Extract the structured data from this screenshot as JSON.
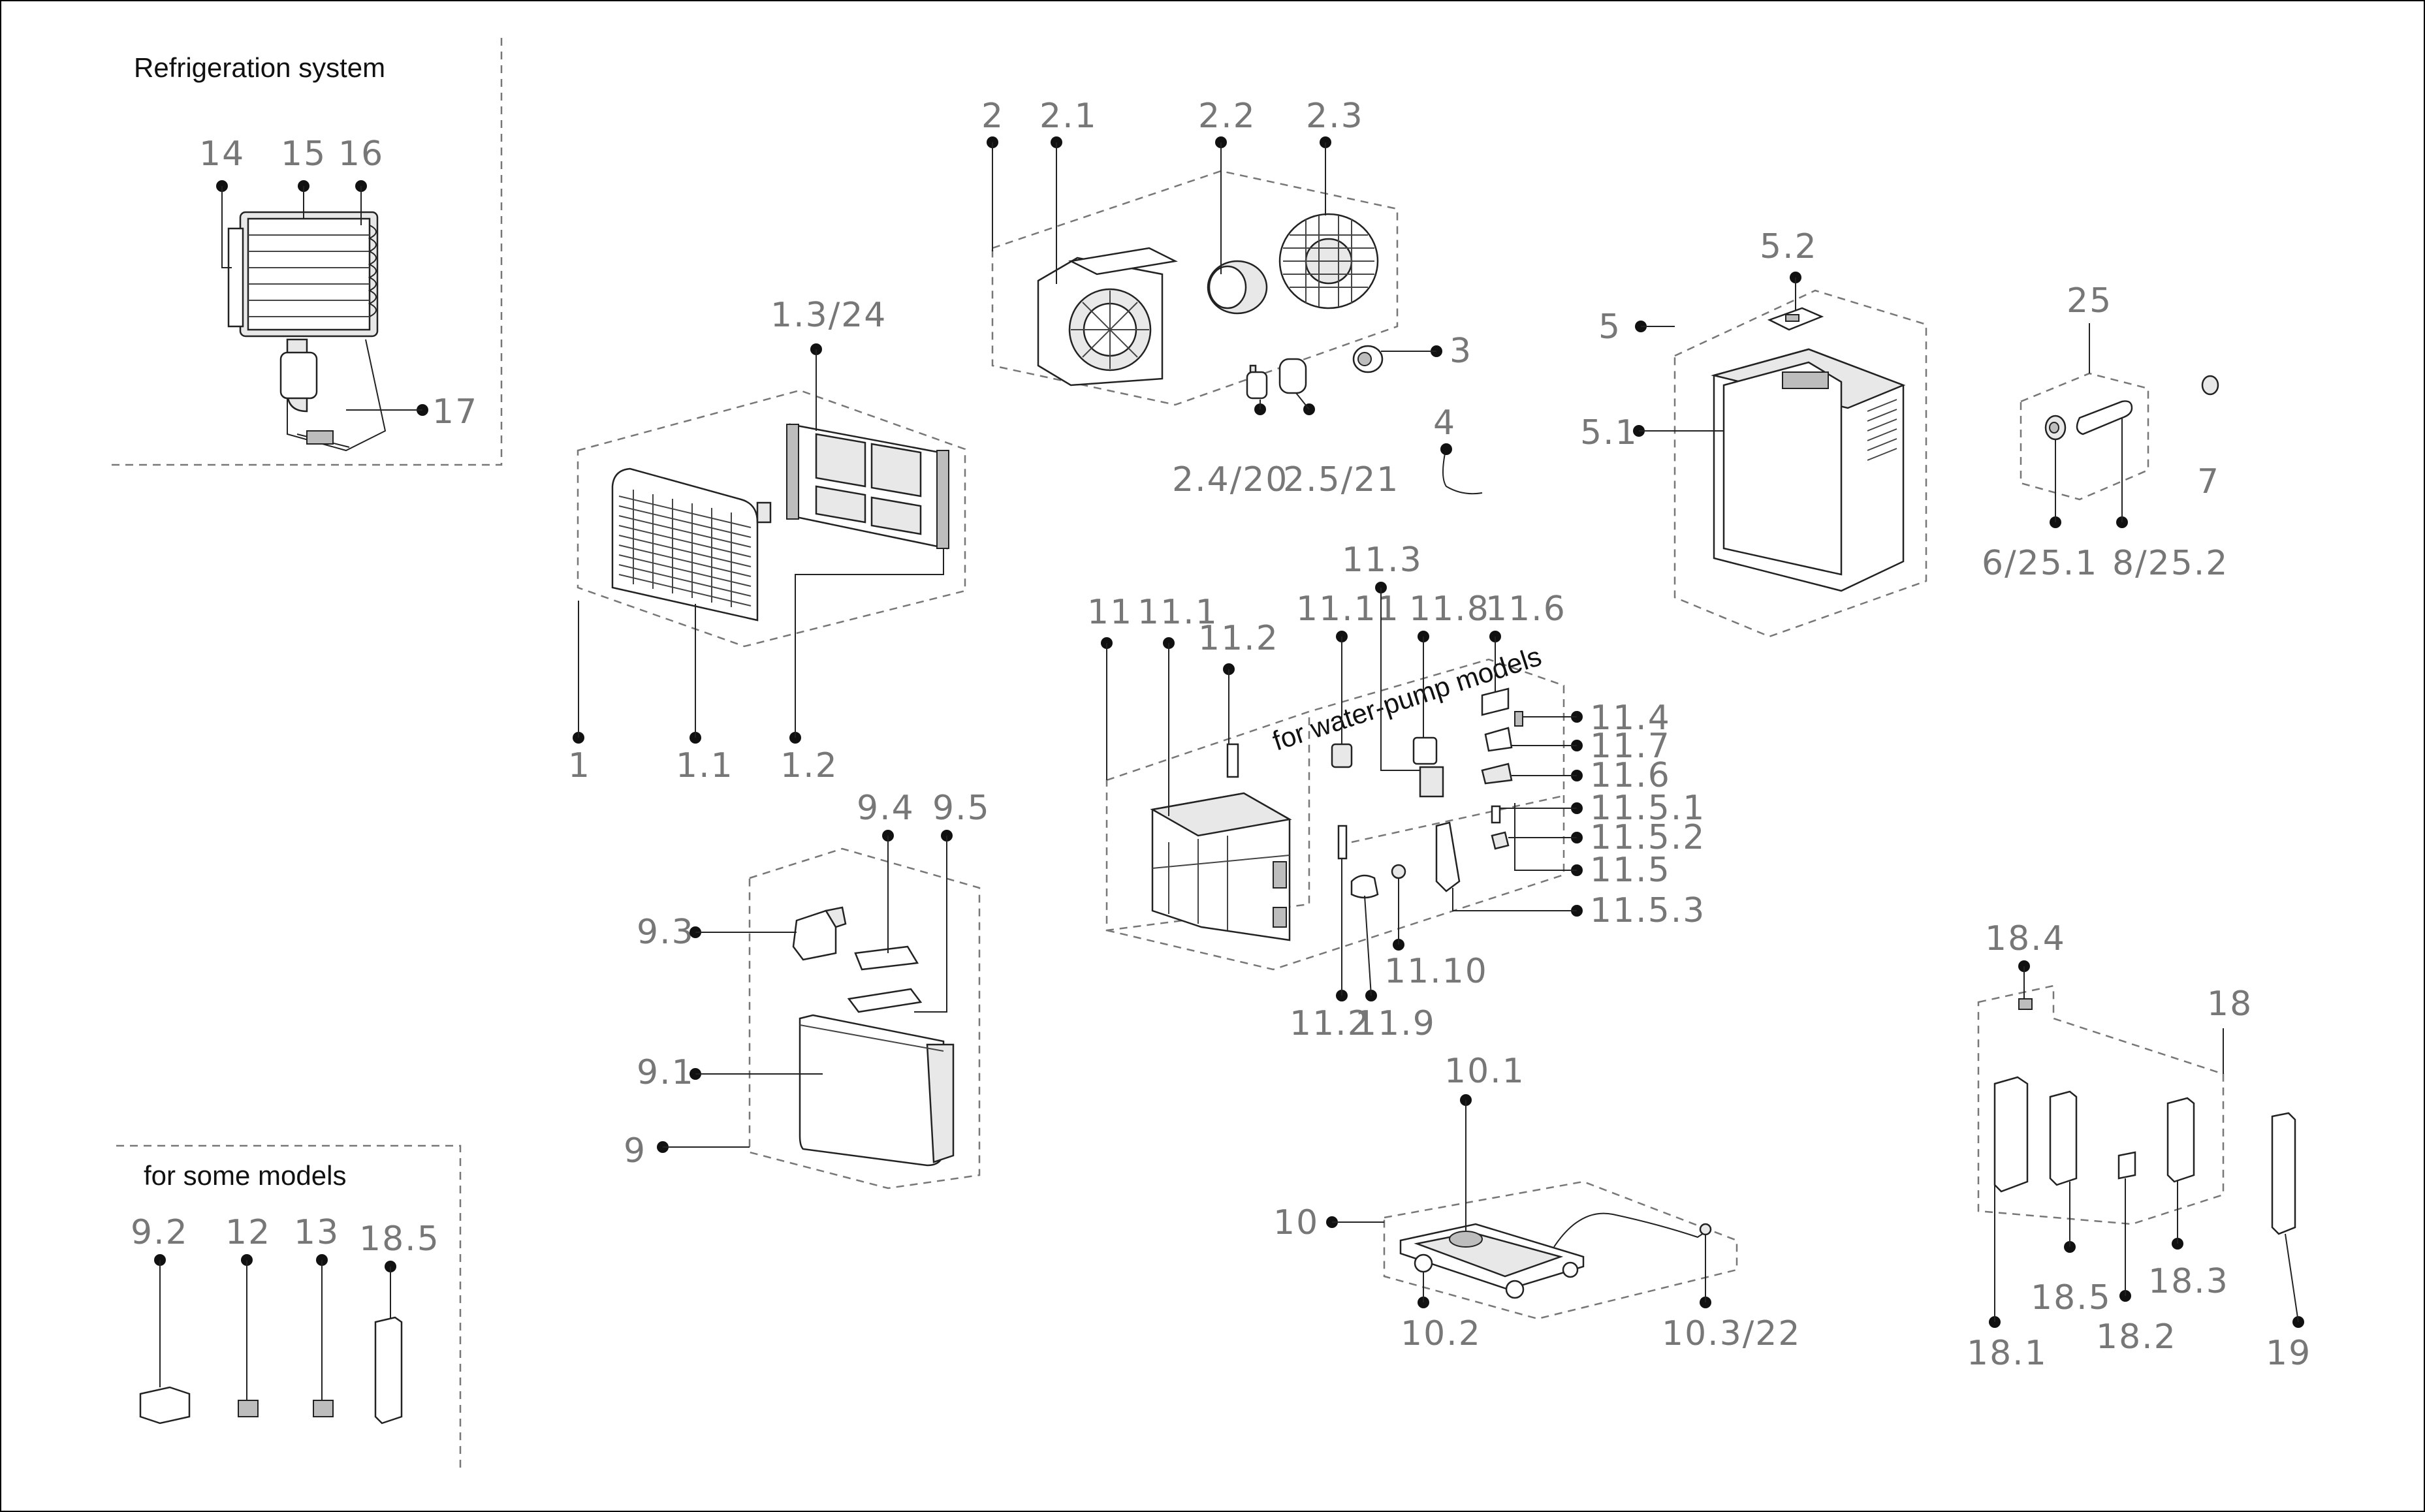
{
  "headings": {
    "refrigeration": "Refrigeration system",
    "some_models": "for some models",
    "water_pump": "for water-pump models"
  },
  "labels": {
    "l14": "14",
    "l15": "15",
    "l16": "16",
    "l17": "17",
    "l1_3_24": "1.3/24",
    "l1": "1",
    "l1_1": "1.1",
    "l1_2": "1.2",
    "l2": "2",
    "l2_1": "2.1",
    "l2_2": "2.2",
    "l2_3": "2.3",
    "l3": "3",
    "l2_4_20": "2.4/20",
    "l2_5_21": "2.5/21",
    "l4": "4",
    "l5_2": "5.2",
    "l5": "5",
    "l5_1": "5.1",
    "l25": "25",
    "l7": "7",
    "l6_25_1": "6/25.1",
    "l8_25_2": "8/25.2",
    "l11": "11",
    "l11_1": "11.1",
    "l11_2a": "11.2",
    "l11_11": "11.11",
    "l11_3": "11.3",
    "l11_8": "11.8",
    "l11_6a": "11.6",
    "l11_4": "11.4",
    "l11_7": "11.7",
    "l11_6b": "11.6",
    "l11_5_1": "11.5.1",
    "l11_5_2": "11.5.2",
    "l11_5": "11.5",
    "l11_5_3": "11.5.3",
    "l11_10": "11.10",
    "l11_2b": "11.2",
    "l11_9": "11.9",
    "l9_4": "9.4",
    "l9_5": "9.5",
    "l9_3": "9.3",
    "l9_1": "9.1",
    "l9": "9",
    "l10_1": "10.1",
    "l10": "10",
    "l10_2": "10.2",
    "l10_3_22": "10.3/22",
    "l18_4": "18.4",
    "l18": "18",
    "l18_1": "18.1",
    "l18_5a": "18.5",
    "l18_2": "18.2",
    "l18_3": "18.3",
    "l19": "19",
    "l9_2": "9.2",
    "l12": "12",
    "l13": "13",
    "l18_5b": "18.5"
  }
}
